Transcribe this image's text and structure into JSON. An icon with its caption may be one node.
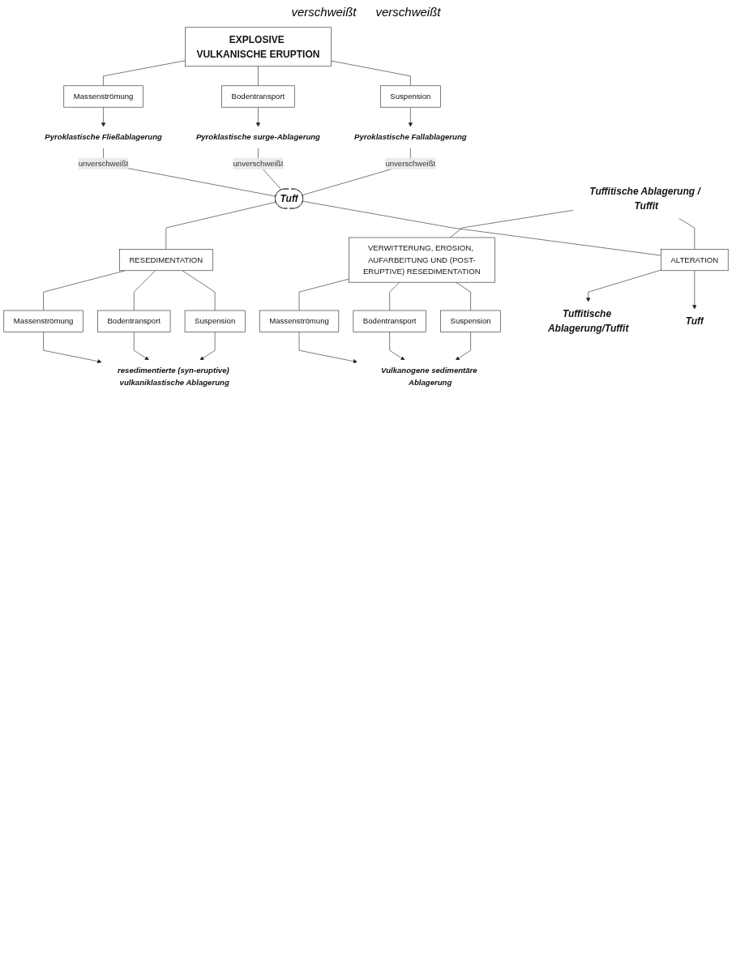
{
  "diagram": {
    "nodes": [
      {
        "text": [
          "EXPLOSIVE VULKANISCHE ERUPTION"
        ]
      },
      {
        "text": [
          "Massenströmung"
        ]
      },
      {
        "text": [
          "Bodentransport"
        ]
      },
      {
        "text": [
          "Suspension"
        ]
      },
      {
        "text": [
          "Pyroklastische Fließablagerung"
        ]
      },
      {
        "text": [
          "Pyroklastische surge-Ablagerung"
        ]
      },
      {
        "text": [
          "Pyroklastische Fallablagerung"
        ]
      },
      {
        "text": [
          "Tuff"
        ]
      },
      {
        "text": [
          "RESEDIMENTATION"
        ]
      },
      {
        "text": [
          "Massenströmung"
        ]
      },
      {
        "text": [
          "Bodentransport"
        ]
      },
      {
        "text": [
          "Suspension"
        ]
      },
      {
        "text": [
          "resedimentierte (syn-eruptive) vulkaniklastische Ablagerung"
        ]
      },
      {
        "text": [
          "Tuffitische Ablagerung / Tuffit"
        ]
      },
      {
        "text": [
          "VERWITTERUNG, EROSION, AUFARBEITUNG UND (POST-ERUPTIVE) RESEDIMENTATION"
        ]
      },
      {
        "text": [
          "Massenströmung"
        ]
      },
      {
        "text": [
          "Bodentransport"
        ]
      },
      {
        "text": [
          "Suspension"
        ]
      },
      {
        "text": [
          "Vulkanogene sedimentäre Ablagerung"
        ]
      },
      {
        "text": [
          "ALTERATION"
        ]
      },
      {
        "text": [
          "Tuffitische Ablagerung/Tuffit"
        ]
      },
      {
        "text": [
          "Tuff"
        ]
      }
    ],
    "edges": [
      {
        "from": 0,
        "to": 1,
        "arrow": "none"
      },
      {
        "from": 0,
        "to": 2,
        "arrow": "none"
      },
      {
        "from": 0,
        "to": 3,
        "arrow": "none"
      },
      {
        "from": 1,
        "to": 4,
        "arrow": "to"
      },
      {
        "from": 2,
        "to": 5,
        "arrow": "to"
      },
      {
        "from": 3,
        "to": 6,
        "arrow": "to"
      },
      {
        "from": 4,
        "to": 7,
        "label": "unverschweißt",
        "arrow": "none"
      },
      {
        "from": 5,
        "to": 7,
        "label": "unverschweißt",
        "arrow": "none"
      },
      {
        "from": 6,
        "to": 7,
        "label": "unverschweißt",
        "arrow": "none"
      },
      {
        "from": 7,
        "to": 8,
        "arrow": "none"
      },
      {
        "from": 8,
        "to": 9,
        "arrow": "none"
      },
      {
        "from": 8,
        "to": 10,
        "arrow": "none"
      },
      {
        "from": 8,
        "to": 11,
        "arrow": "none"
      },
      {
        "from": 9,
        "to": 12,
        "arrow": "to"
      },
      {
        "from": 10,
        "to": 12,
        "arrow": "to"
      },
      {
        "from": 11,
        "to": 12,
        "arrow": "to"
      },
      {
        "from": 13,
        "to": 14,
        "arrow": "none"
      },
      {
        "from": 14,
        "to": 15,
        "arrow": "none"
      },
      {
        "from": 14,
        "to": 16,
        "arrow": "none"
      },
      {
        "from": 14,
        "to": 17,
        "arrow": "none"
      },
      {
        "from": 15,
        "to": 18,
        "arrow": "to"
      },
      {
        "from": 16,
        "to": 18,
        "arrow": "to"
      },
      {
        "from": 17,
        "to": 18,
        "arrow": "to"
      },
      {
        "from": 13,
        "to": 19,
        "arrow": "none"
      },
      {
        "from": 7,
        "to": 19,
        "arrow": "none"
      },
      {
        "from": 19,
        "to": 20,
        "arrow": "to"
      },
      {
        "from": 19,
        "to": 21,
        "arrow": "to"
      }
    ],
    "labels": [
      "verschweißt",
      "verschweißt"
    ]
  }
}
